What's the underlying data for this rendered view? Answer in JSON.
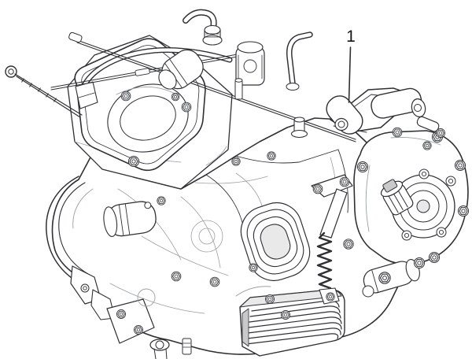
{
  "figure": {
    "type": "technical-illustration",
    "subject": "engine-assembly",
    "callouts": [
      {
        "label": "1",
        "target": "engine-assembly"
      }
    ]
  },
  "colors": {
    "background": "#ffffff",
    "line": "#2e3033",
    "faint_line": "#9aa0a4",
    "callout_text": "#141414"
  },
  "parts": [
    "engine-assembly",
    "rear-mount-bracket",
    "transmission-cover",
    "oil-filler-cap",
    "valve-cover",
    "cylinder-head",
    "flywheel-cover",
    "starter-motor",
    "ribbed-drum",
    "finned-oil-sump",
    "suspension-spring",
    "water-pump",
    "coolant-hoses",
    "throttle-body",
    "tie-rod",
    "eyelet-rod",
    "throttle-cable"
  ]
}
